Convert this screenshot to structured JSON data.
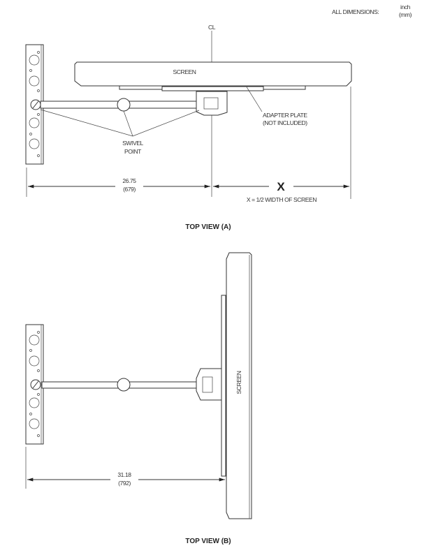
{
  "header": {
    "all_dimensions": "ALL DIMENSIONS:",
    "unit_primary": "inch",
    "unit_secondary": "(mm)"
  },
  "view_a": {
    "title": "TOP VIEW (A)",
    "centerline_label": "CL",
    "screen_label": "SCREEN",
    "swivel_label_1": "SWIVEL",
    "swivel_label_2": "POINT",
    "adapter_label_1": "ADAPTER PLATE",
    "adapter_label_2": "(NOT INCLUDED)",
    "dim_in": "26.75",
    "dim_mm": "(679)",
    "x_label": "X",
    "x_note": "X = 1/2 WIDTH OF SCREEN"
  },
  "view_b": {
    "title": "TOP VIEW (B)",
    "screen_label": "SCREEN",
    "dim_in": "31.18",
    "dim_mm": "(792)"
  }
}
